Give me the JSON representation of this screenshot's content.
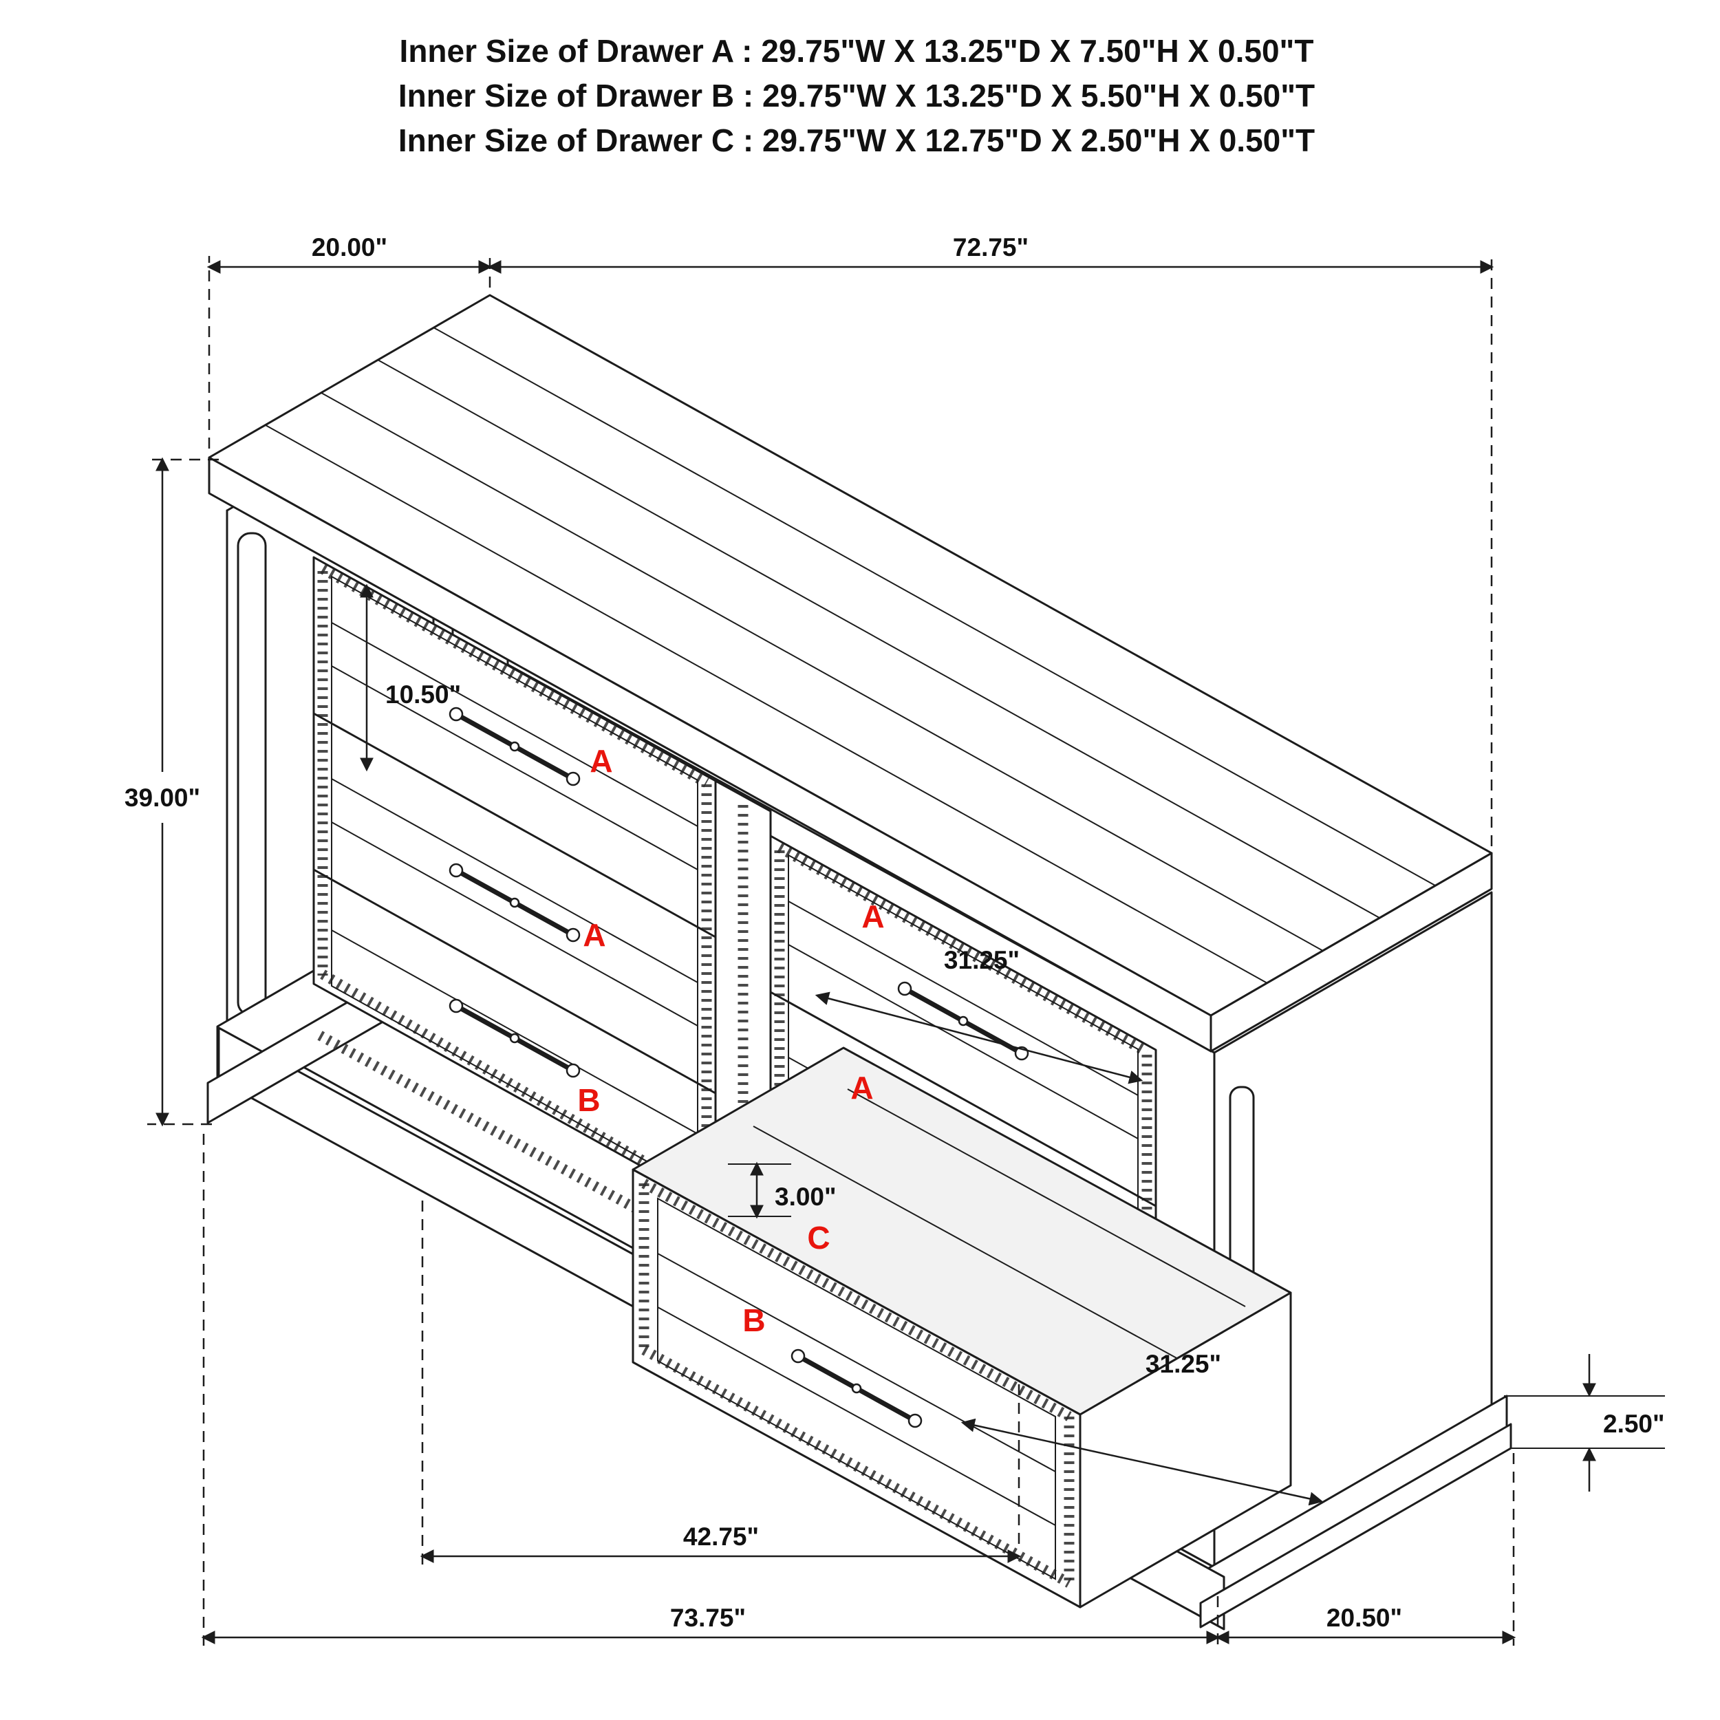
{
  "header": {
    "line1": "Inner Size of Drawer A : 29.75\"W X 13.25\"D X 7.50\"H X 0.50\"T",
    "line2": "Inner Size of Drawer B : 29.75\"W X 13.25\"D X 5.50\"H X 0.50\"T",
    "line3": "Inner Size of Drawer C : 29.75\"W X 12.75\"D X 2.50\"H X 0.50\"T"
  },
  "dims": {
    "top_depth": "20.00\"",
    "top_width": "72.75\"",
    "height": "39.00\"",
    "top_to_handle": "10.50\"",
    "drawer_width": "31.25\"",
    "bottom_drawer_width": "31.25\"",
    "compartment_height": "3.00\"",
    "opening_width": "42.75\"",
    "bottom_width": "73.75\"",
    "bottom_depth": "20.50\"",
    "base_height": "2.50\""
  },
  "labels": {
    "left_top": "A",
    "left_middle": "A",
    "left_bottom": "B",
    "right_top": "A",
    "right_middle": "A",
    "compartment": "C",
    "pulled_drawer": "B"
  },
  "colors": {
    "line": "#1c1c1c",
    "drawer_label": "#e8150d",
    "background": "#ffffff"
  }
}
